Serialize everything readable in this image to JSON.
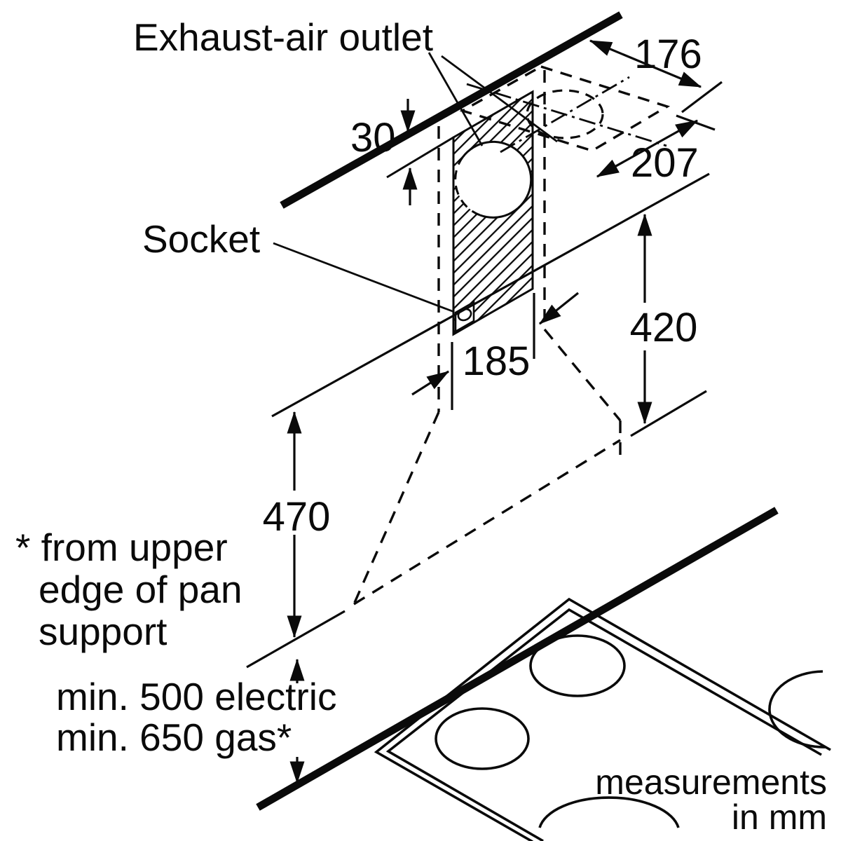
{
  "page": {
    "background": "#ffffff",
    "line_color": "#0a0a0a"
  },
  "labels": {
    "exhaust_air_outlet": "Exhaust-air outlet",
    "socket": "Socket",
    "footnote": {
      "line1": "* from upper",
      "line2": "edge of pan",
      "line3": "support"
    },
    "min_clearance": {
      "line1": "min. 500 electric",
      "line2": "min. 650 gas*"
    },
    "units_note": {
      "line1": "measurements",
      "line2": "in mm"
    }
  },
  "dimensions_mm": {
    "ceiling_gap": "30",
    "outlet_offset_from_wall": "176",
    "duct_cover_depth": "207",
    "upper_duct_height": "420",
    "duct_width": "185",
    "hood_section_height": "470"
  }
}
